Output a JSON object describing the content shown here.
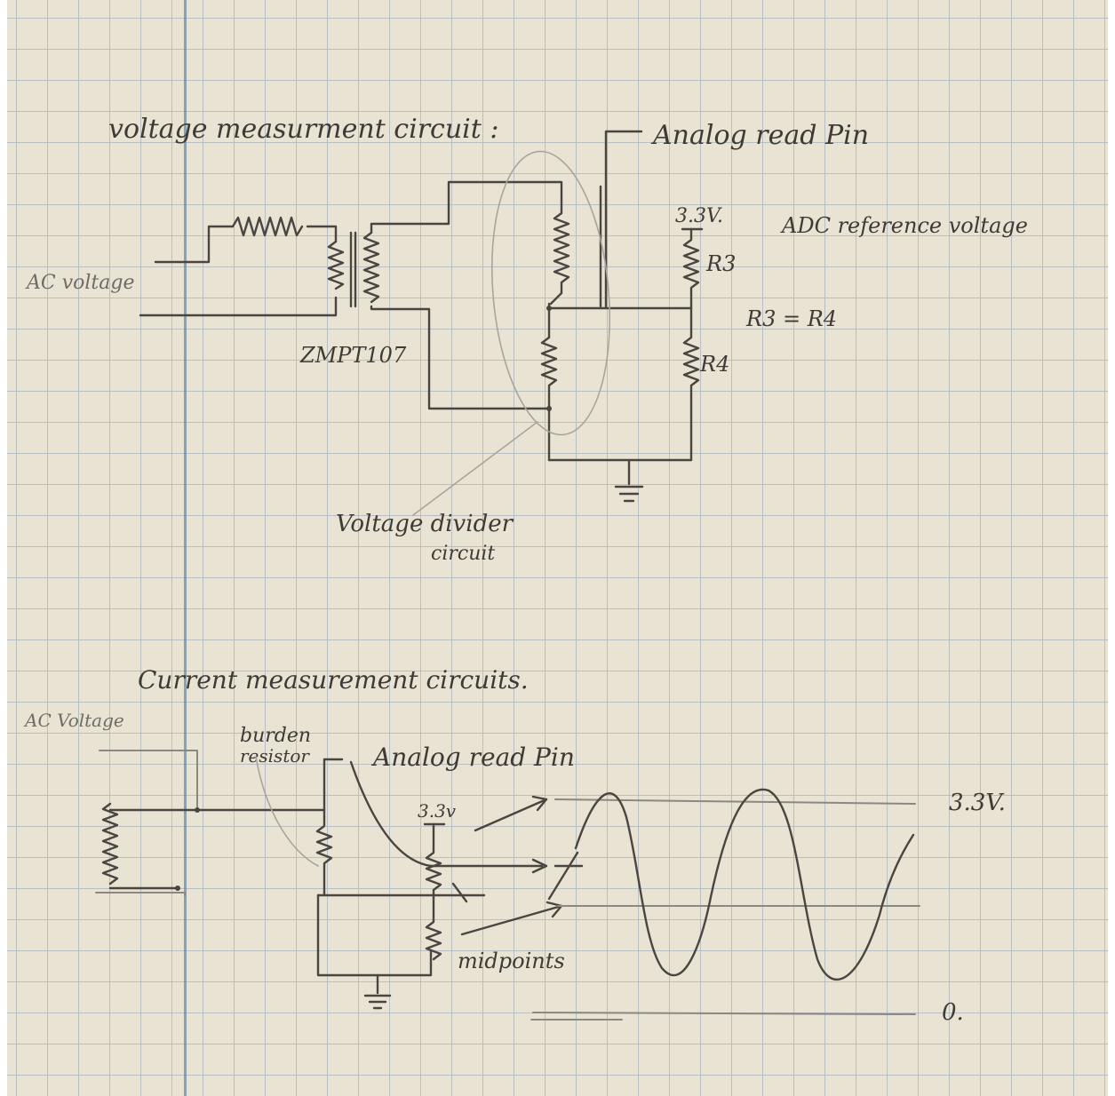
{
  "voltage_section": {
    "title": "voltage measurment circuit :",
    "ac_label": "AC voltage",
    "transformer_label": "ZMPT107",
    "analog_pin": "Analog read Pin",
    "v33": "3.3V.",
    "adc_ref": "ADC reference voltage",
    "r3": "R3",
    "r4": "R4",
    "eq": "R3 = R4",
    "divider_line1": "Voltage divider",
    "divider_line2": "circuit"
  },
  "current_section": {
    "title": "Current measurement circuits.",
    "ac_label": "AC Voltage",
    "burden_line1": "burden",
    "burden_line2": "resistor",
    "analog_pin": "Analog read Pin",
    "v33_small": "3.3v",
    "v33_right": "3.3V.",
    "midpoints": "midpoints",
    "zero": "0."
  },
  "colors": {
    "paper": "#e9e3d3",
    "grid": "#8fa3b7",
    "margin": "#6d91b5",
    "ink": "#4a4540"
  }
}
